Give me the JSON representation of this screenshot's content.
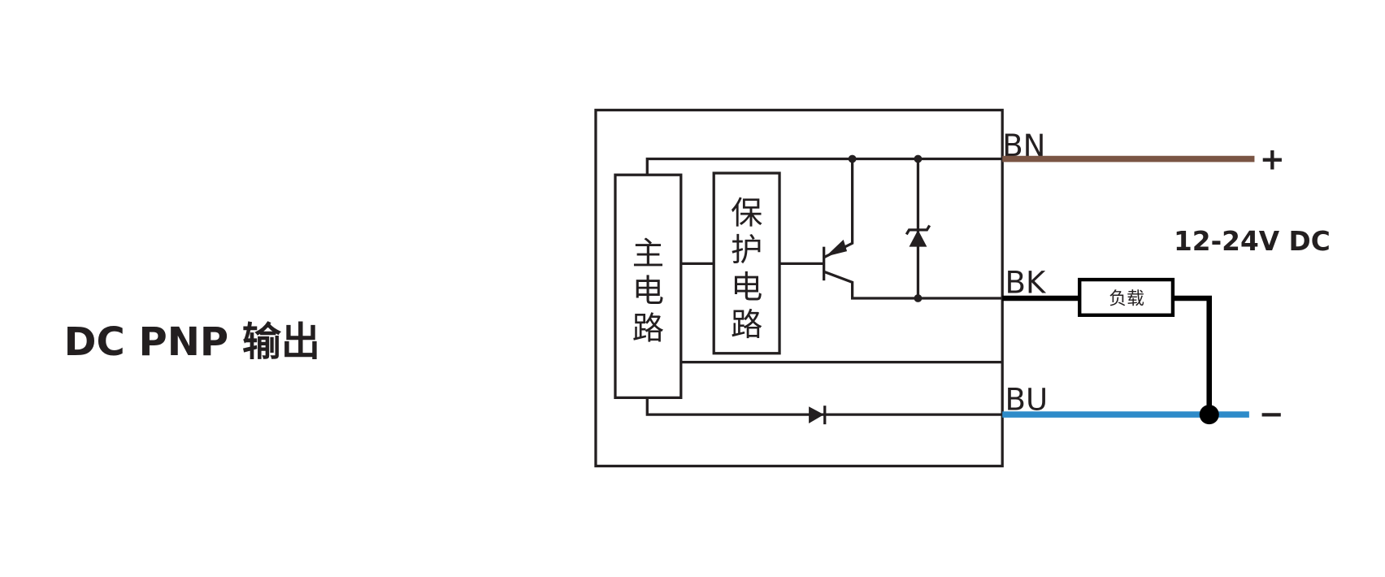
{
  "title": "DC PNP 输出",
  "blocks": {
    "main_circuit": [
      "主",
      "电",
      "路"
    ],
    "protection_circuit": [
      "保",
      "护",
      "电",
      "路"
    ]
  },
  "wires": {
    "bn": {
      "label": "BN",
      "color": "#7a5544"
    },
    "bk": {
      "label": "BK",
      "color": "#000000"
    },
    "bu": {
      "label": "BU",
      "color": "#2e8bc9"
    }
  },
  "load_label": "负载",
  "supply": {
    "voltage": "12-24V DC",
    "plus": "+",
    "minus": "−"
  }
}
